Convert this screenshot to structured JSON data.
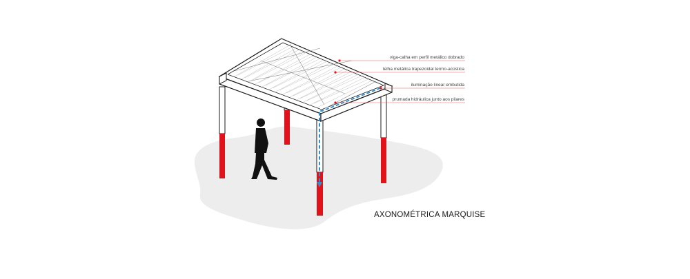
{
  "diagram": {
    "title": "AXONOMÉTRICA MARQUISE",
    "callouts": [
      {
        "id": "gutter-beam",
        "text": "viga-calha em perfil metálico dobrado"
      },
      {
        "id": "roof-tile",
        "text": "telha metálica trapezoidal termo-acústica"
      },
      {
        "id": "linear-lighting",
        "text": "iluminação linear embutida"
      },
      {
        "id": "plumbing",
        "text": "prumada hidráulica junto aos pilares"
      }
    ]
  },
  "colors": {
    "pillar_base": "#e0131b",
    "leader_line": "#e8585e",
    "drainage": "#2f8fd1",
    "ground_shadow": "#ededed",
    "outline": "#1a1a1a",
    "person": "#111111"
  }
}
